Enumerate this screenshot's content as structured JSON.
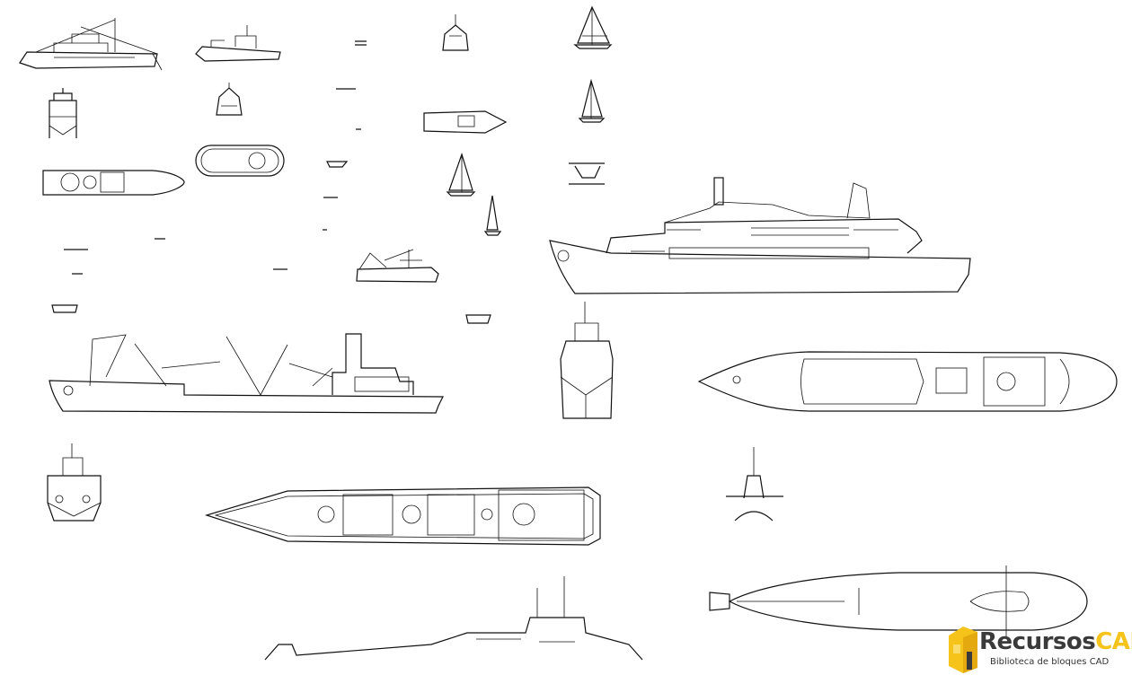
{
  "logo": {
    "brand_part1": "Recursos",
    "brand_part2": "CAD",
    "tagline": "Biblioteca de bloques CAD",
    "colors": {
      "accent": "#f6c31b",
      "dark": "#3a3a3a"
    }
  },
  "colors": {
    "line": "#111111",
    "background": "#ffffff"
  }
}
